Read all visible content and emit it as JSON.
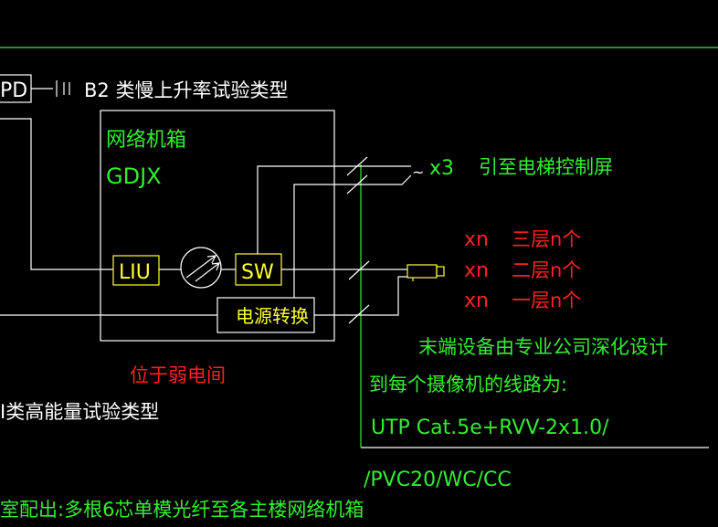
{
  "top_left": {
    "pd": "PD",
    "class_label": "B2 类慢上升率试验类型"
  },
  "cabinet": {
    "name": "网络机箱",
    "code": "GDJX"
  },
  "blocks": {
    "liu": "LIU",
    "sw": "SW",
    "power": "电源转换"
  },
  "location": "位于弱电间",
  "elevator": {
    "count": "x3",
    "label": "引至电梯控制屏"
  },
  "floors": [
    {
      "count": "xn",
      "label": "三层n个"
    },
    {
      "count": "xn",
      "label": "二层n个"
    },
    {
      "count": "xn",
      "label": "一层n个"
    }
  ],
  "notes": {
    "line1": "末端设备由专业公司深化设计",
    "line2": "到每个摄像机的线路为:",
    "line3": "UTP Cat.5e+RVV-2x1.0/",
    "line4": "/PVC20/WC/CC"
  },
  "left_class": "I类高能量试验类型",
  "bottom": "室配出:多根6芯单模光纤至各主楼网络机箱",
  "colors": {
    "white": "#ffffff",
    "green": "#33ee33",
    "red": "#ff2020",
    "yellow": "#ffff33"
  }
}
